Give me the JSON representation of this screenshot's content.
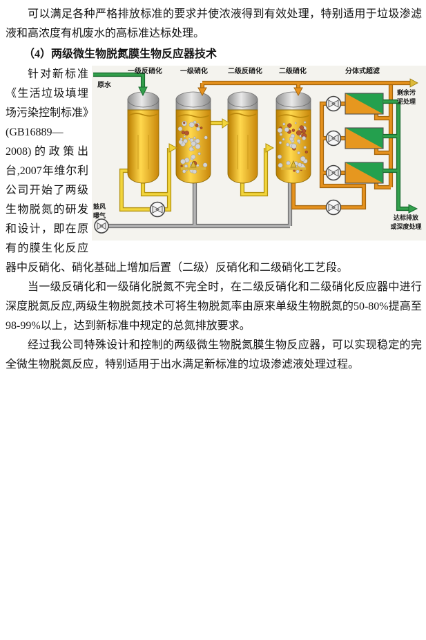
{
  "page": {
    "para1": "可以满足各种严格排放标准的要求并使浓液得到有效处理，特别适用于垃圾渗滤液和高浓度有机废水的高标准达标处理。",
    "heading": "（4）两级微生物脱氮膜生物反应器技术",
    "para2": "针对新标准《生活垃圾填埋场污染控制标准》(GB16889—2008)的政策出台,2007年维尔利公司开始了两级生物脱氮的研发和设计，即在原有的膜生化反应器中反硝化、硝化基础上增加后置（二级）反硝化和二级硝化工艺段。",
    "para3": "当一级反硝化和一级硝化脱氮不完全时，在二级反硝化和二级硝化反应器中进行深度脱氮反应,两级生物脱氮技术可将生物脱氮率由原来单级生物脱氮的50-80%提高至 98-99%以上，达到新标准中规定的总氮排放要求。",
    "para4": "经过我公司特殊设计和控制的两级微生物脱氮膜生物反应器，可以实现稳定的完全微生物脱氮反应，特别适用于出水满足新标准的垃圾渗滤液处理过程。"
  },
  "diagram": {
    "stage_labels": [
      "一级反硝化",
      "一级硝化",
      "二级反硝化",
      "二级硝化",
      "分体式超滤"
    ],
    "raw_water_label": "原水",
    "blower_label_line1": "鼓风",
    "blower_label_line2": "曝气",
    "sludge_label_line1": "剩余污",
    "sludge_label_line2": "泥处理",
    "discharge_label_line1": "达标排放",
    "discharge_label_line2": "或深度处理",
    "colors": {
      "diagram-bg": "#f4f3ee",
      "pipe-green": "#33a04c",
      "pipe-green-dark": "#176b2e",
      "pipe-orange": "#e6921e",
      "pipe-orange-dark": "#a5660d",
      "pipe-yellow": "#f2d53c",
      "pipe-yellow-dark": "#b3920f",
      "pipe-gray": "#b4b4b4",
      "pipe-gray-dark": "#6f6f6f",
      "tank-gold": "#f0ad00",
      "membrane-green": "#24a04e",
      "membrane-orange": "#e6971f"
    }
  }
}
